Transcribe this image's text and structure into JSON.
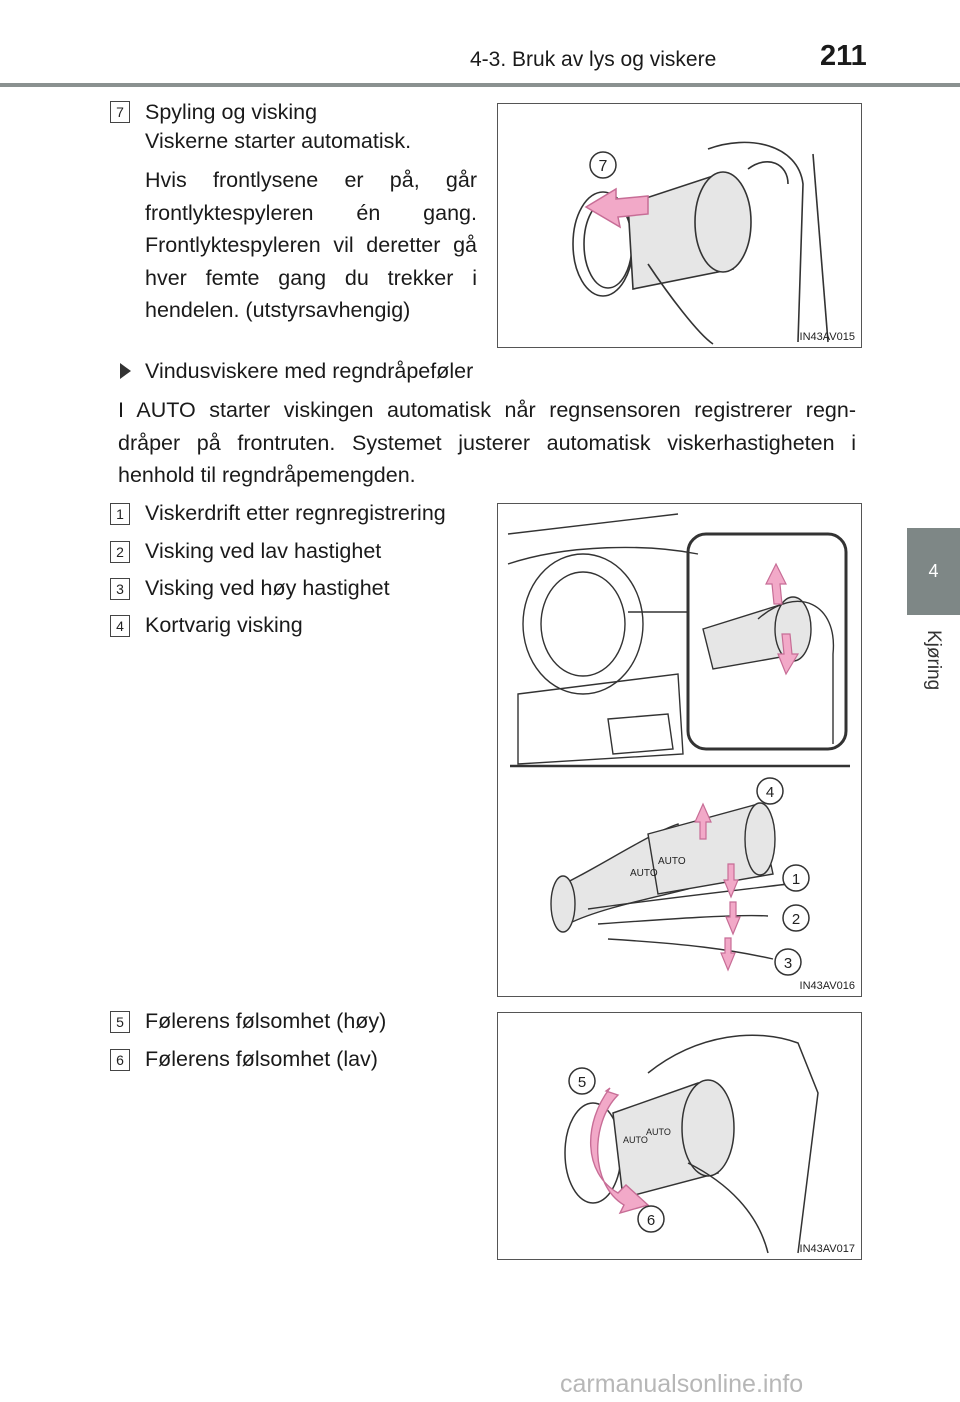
{
  "header": {
    "section": "4-3. Bruk av lys og viskere",
    "page_number": "211"
  },
  "side_tab": {
    "chapter_number": "4",
    "chapter_title": "Kjøring"
  },
  "item7": {
    "badge": "7",
    "title": "Spyling og visking",
    "line2": "Viskerne starter automatisk.",
    "paragraph": "Hvis frontlysene er på, går frontlyktespyleren én gang. Frontlyktespyleren vil deretter gå hver femte gang du trekker i hendelen. (utstyrsavhengig)"
  },
  "figure1": {
    "code": "IN43AV015",
    "callout": "7"
  },
  "rain_section": {
    "heading": "Vindusviskere med regndråpeføler",
    "body": "I AUTO starter viskingen automatisk når regnsensoren registrerer regn-dråper på frontruten. Systemet justerer automatisk viskerhastigheten i henhold til regndråpemengden."
  },
  "list": [
    {
      "badge": "1",
      "label": "Viskerdrift etter regnregistrering"
    },
    {
      "badge": "2",
      "label": "Visking ved lav hastighet"
    },
    {
      "badge": "3",
      "label": "Visking ved høy hastighet"
    },
    {
      "badge": "4",
      "label": "Kortvarig visking"
    }
  ],
  "figure2": {
    "code": "IN43AV016",
    "callouts": [
      "4",
      "1",
      "2",
      "3"
    ],
    "lever_text": "AUTO"
  },
  "sensitivity": [
    {
      "badge": "5",
      "label": "Følerens følsomhet (høy)"
    },
    {
      "badge": "6",
      "label": "Følerens følsomhet (lav)"
    }
  ],
  "figure3": {
    "code": "IN43AV017",
    "callouts": [
      "5",
      "6"
    ],
    "lever_text": "AUTO"
  },
  "footer": {
    "watermark": "carmanualsonline.info"
  },
  "colors": {
    "arrow_pink": "#f2a9c8",
    "tab_gray": "#7e8786",
    "rule_gray": "#8a9190"
  }
}
